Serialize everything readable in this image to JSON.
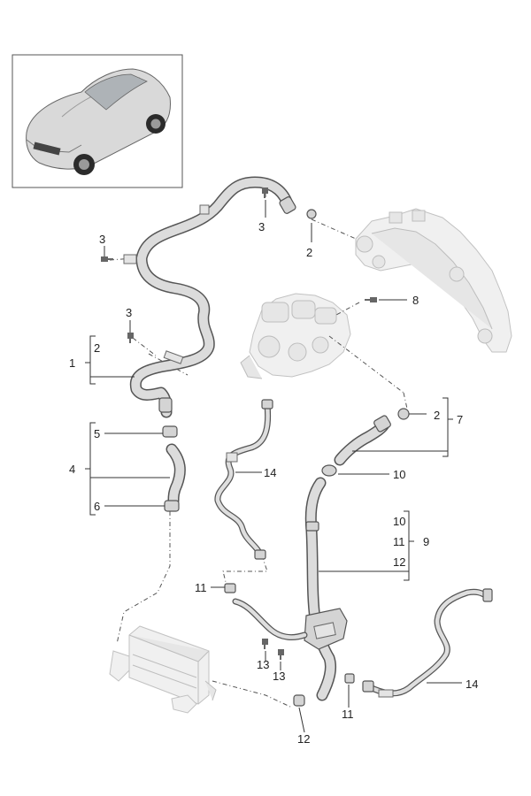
{
  "labels": {
    "l1": "1",
    "l2a": "2",
    "l2b": "2",
    "l2c": "2",
    "l3a": "3",
    "l3b": "3",
    "l3c": "3",
    "l4": "4",
    "l5": "5",
    "l6": "6",
    "l7": "7",
    "l8": "8",
    "l9": "9",
    "l10a": "10",
    "l10b": "10",
    "l11a": "11",
    "l11b": "11",
    "l11c": "11",
    "l12a": "12",
    "l12b": "12",
    "l13a": "13",
    "l13b": "13",
    "l14a": "14",
    "l14b": "14"
  },
  "icons": {
    "vehicle": "car-thumbnail",
    "engine": "engine-block-ghost",
    "cooler": "oil-cooler-ghost",
    "manifold": "manifold-ghost"
  }
}
